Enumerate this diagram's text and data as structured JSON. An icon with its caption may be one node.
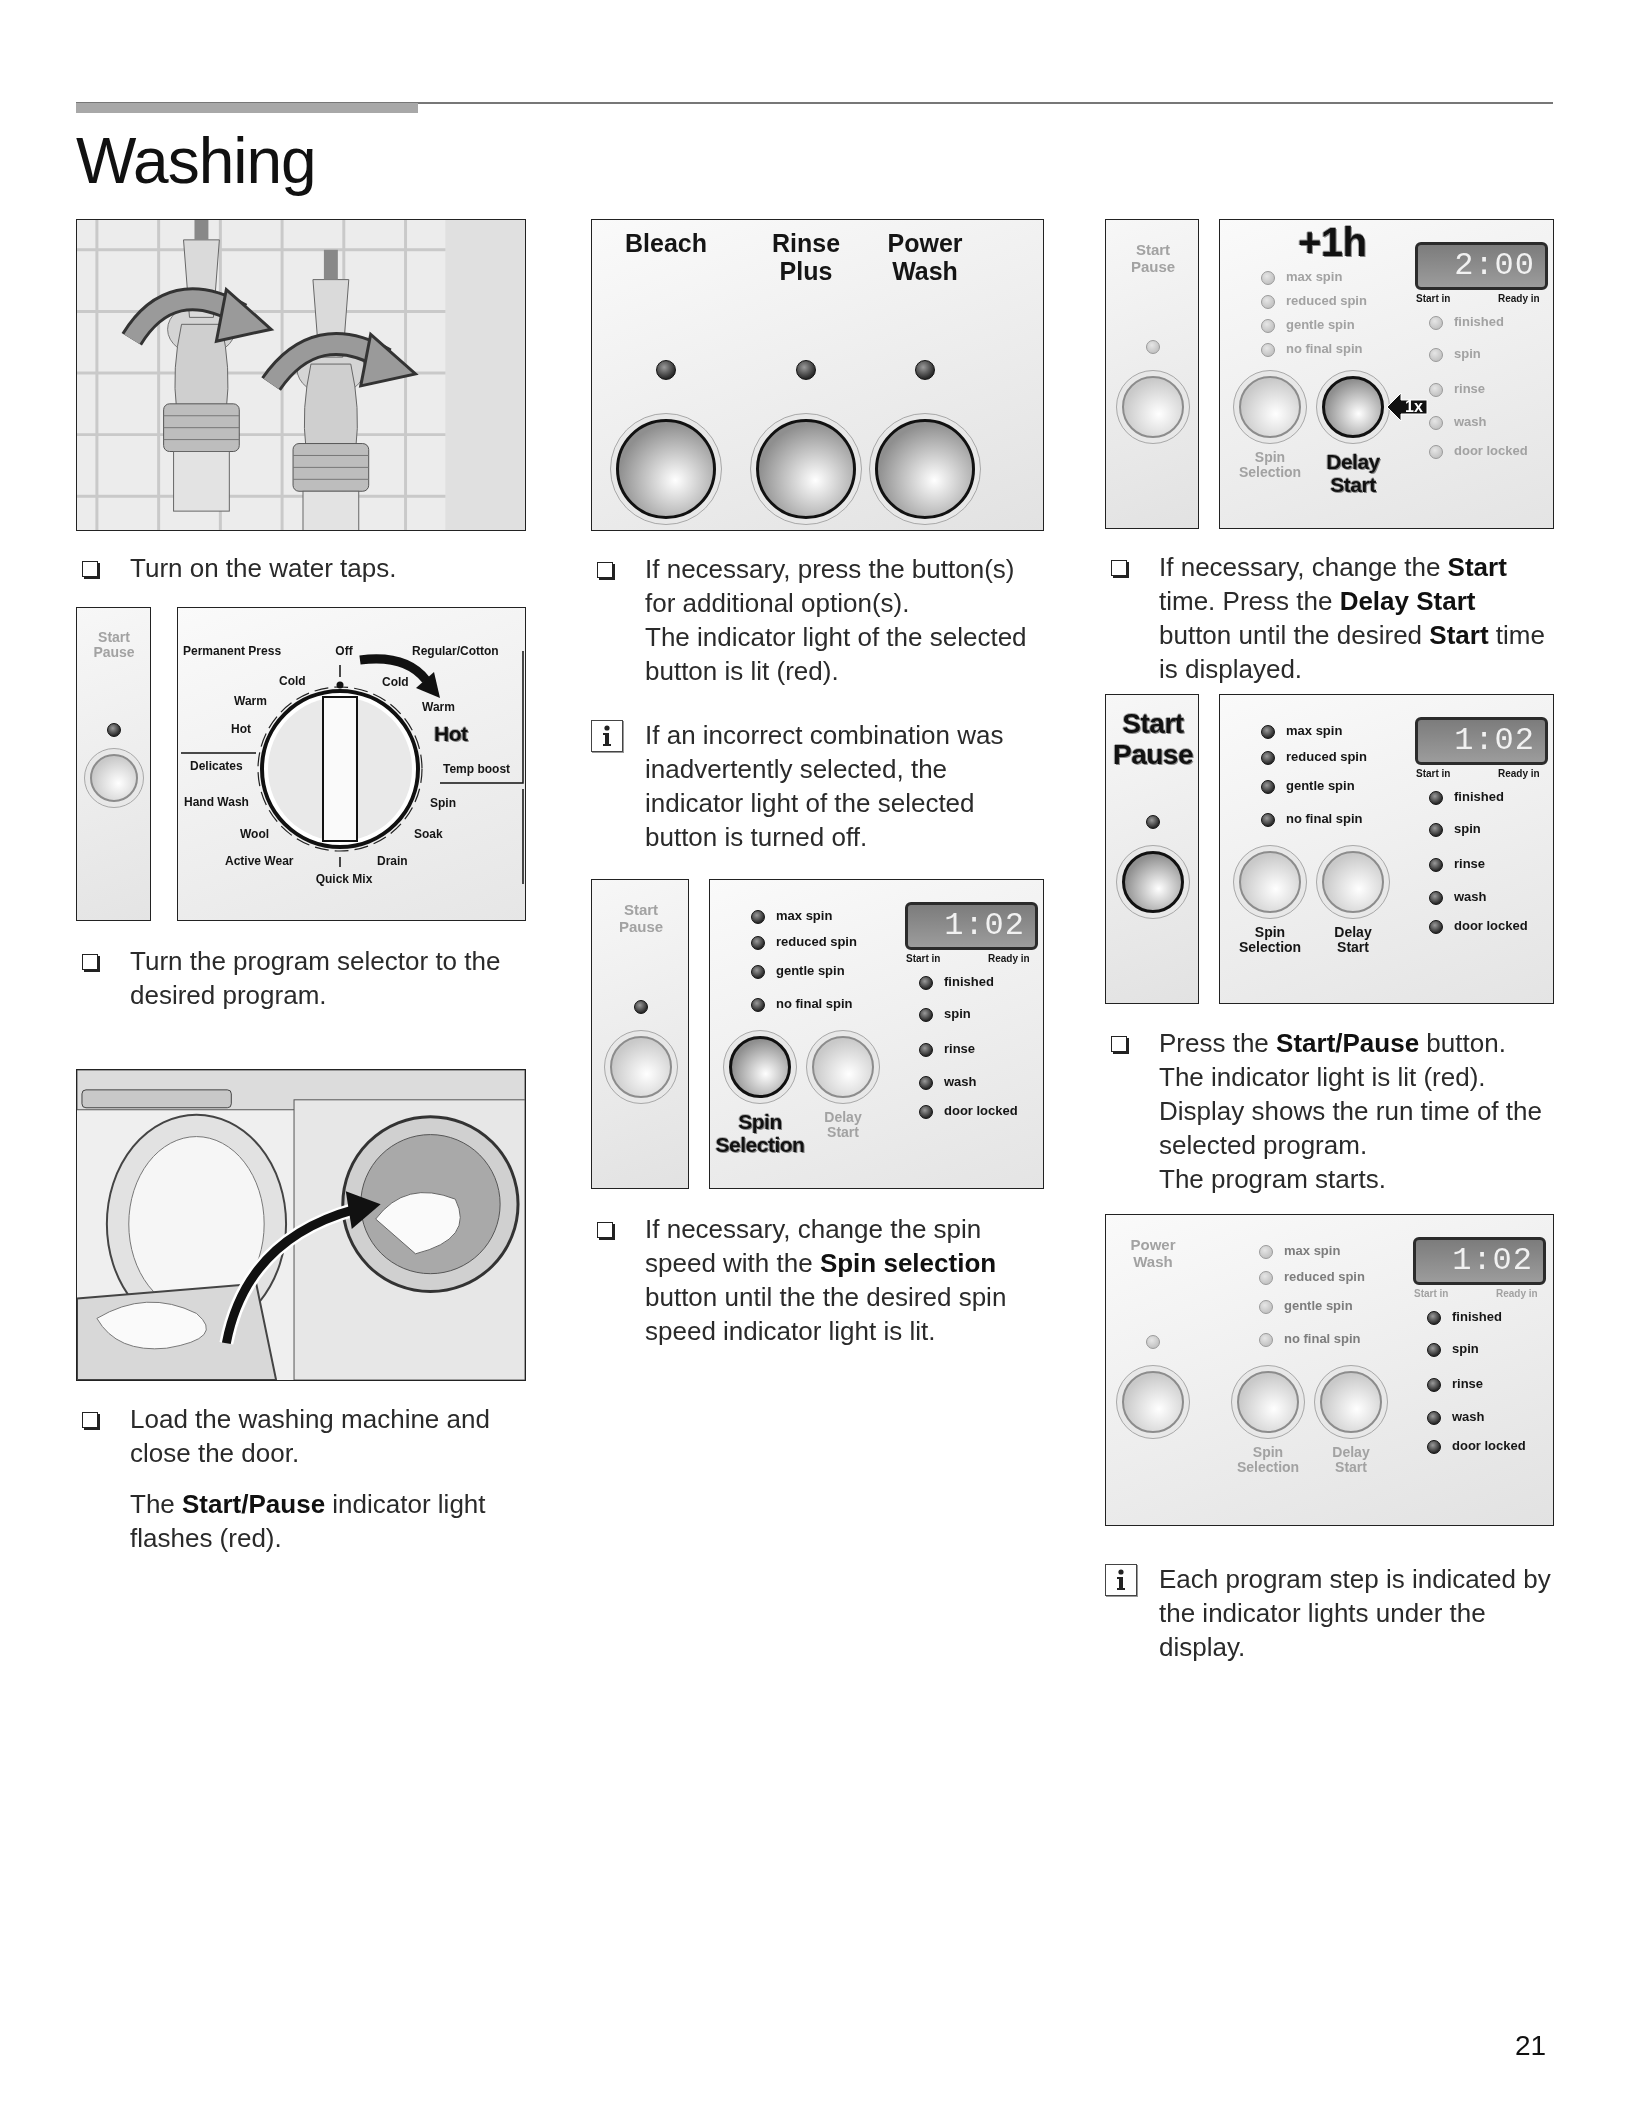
{
  "diagram": {
    "title": "Washing",
    "labels": [
      "Turn on the water taps.",
      "Start Pause",
      "Permanent Press",
      "Off",
      "Regular/Cotton",
      "Cold",
      "Warm",
      "Hot",
      "Cold",
      "Warm",
      "Hot",
      "Delicates",
      "Temp boost",
      "Hand Wash",
      "Spin",
      "Wool",
      "Soak",
      "Active Wear",
      "Drain",
      "Quick Mix",
      "Turn the program selector to the desired program.",
      "Load the washing machine and close the door.",
      "The **Start/Pause** indicator light flashes (red).",
      "Bleach",
      "Rinse Plus",
      "Power Wash",
      "If necessary, press the button(s) for additional option(s).",
      "The indicator light of the selected button is lit (red).",
      "If an incorrect combination was inadvertently selected, the indicator light of the selected button is turned off.",
      "Start Pause",
      "max spin",
      "reduced spin",
      "gentle spin",
      "no final spin",
      "1:02",
      "Start in",
      "Ready in",
      "finished",
      "spin",
      "rinse",
      "wash",
      "door locked",
      "Spin Selection",
      "Delay Start",
      "If necessary, change the spin speed with the **Spin selection** button until the the desired spin speed indicator light is lit.",
      "Start Pause",
      "max spin",
      "reduced spin",
      "gentle spin",
      "no final spin",
      "+1h",
      "2:00",
      "Start in",
      "Ready in",
      "finished",
      "spin",
      "rinse",
      "wash",
      "door locked",
      "Spin Selection",
      "Delay Start",
      "1x",
      "If necessary, change the **Start** time. Press the **Delay Start** button until the desired **Start** time is displayed.",
      "Start Pause",
      "max spin",
      "reduced spin",
      "gentle spin",
      "no final spin",
      "1:02",
      "Start in",
      "Ready in",
      "finished",
      "spin",
      "rinse",
      "wash",
      "door locked",
      "Spin Selection",
      "Delay Start",
      "Press the **Start/Pause** button.",
      "The indicator light is lit (red).",
      "Display shows the run time of the selected program.",
      "The program starts.",
      "Power Wash",
      "max spin",
      "reduced spin",
      "gentle spin",
      "no final spin",
      "1:02",
      "Start in",
      "Ready in",
      "finished",
      "spin",
      "rinse",
      "wash",
      "door locked",
      "Spin Selection",
      "Delay Start",
      "Each program step is indicated by the indicator lights under the display.",
      "21"
    ]
  }
}
